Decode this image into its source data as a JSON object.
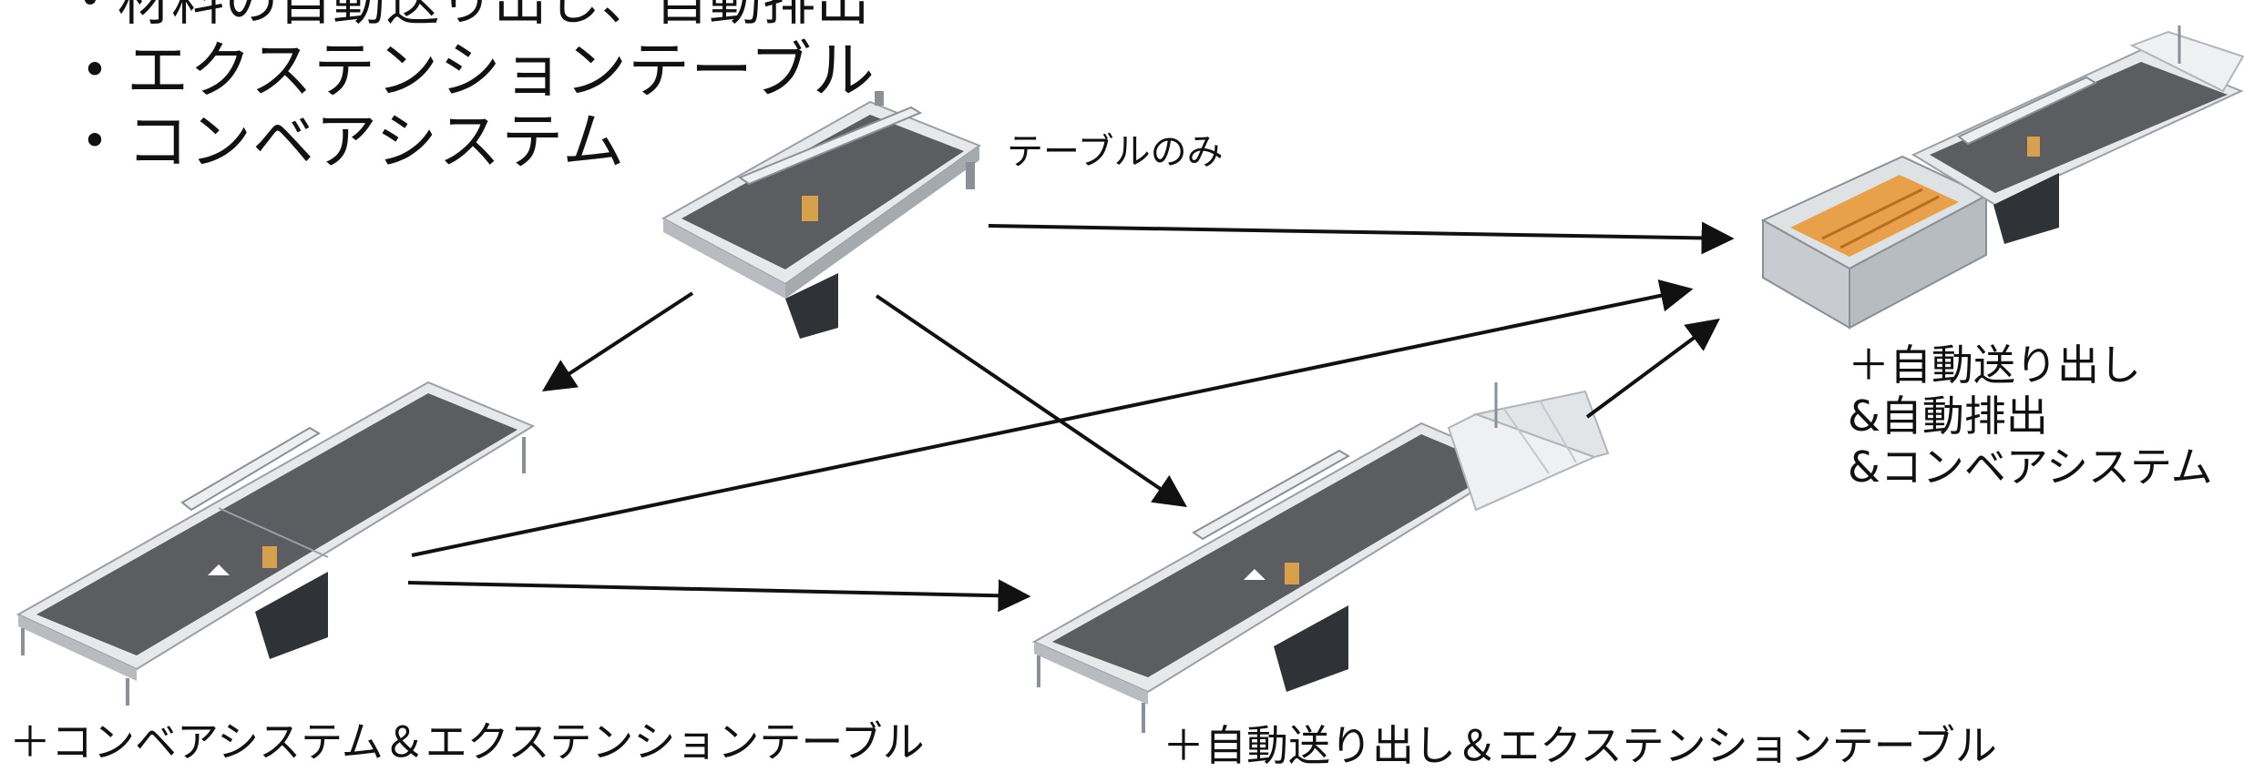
{
  "bullets": [
    "・材料の自動送り出し、自動排出",
    "・エクステンションテーブル",
    "・コンベアシステム"
  ],
  "labels": {
    "table_only": "テーブルのみ",
    "auto_feed_full": [
      "＋自動送り出し",
      "&自動排出",
      "&コンベアシステム"
    ],
    "conveyor_extension": "＋コンベアシステム＆エクステンションテーブル",
    "auto_feed_extension": "＋自動送り出し＆エクステンションテーブル"
  },
  "colors": {
    "frame": "#d9dcdf",
    "frame_dark": "#8b9096",
    "bed": "#5b5d60",
    "arrow": "#111111",
    "pallet": "#e9a04a",
    "base": "#2f3236"
  }
}
